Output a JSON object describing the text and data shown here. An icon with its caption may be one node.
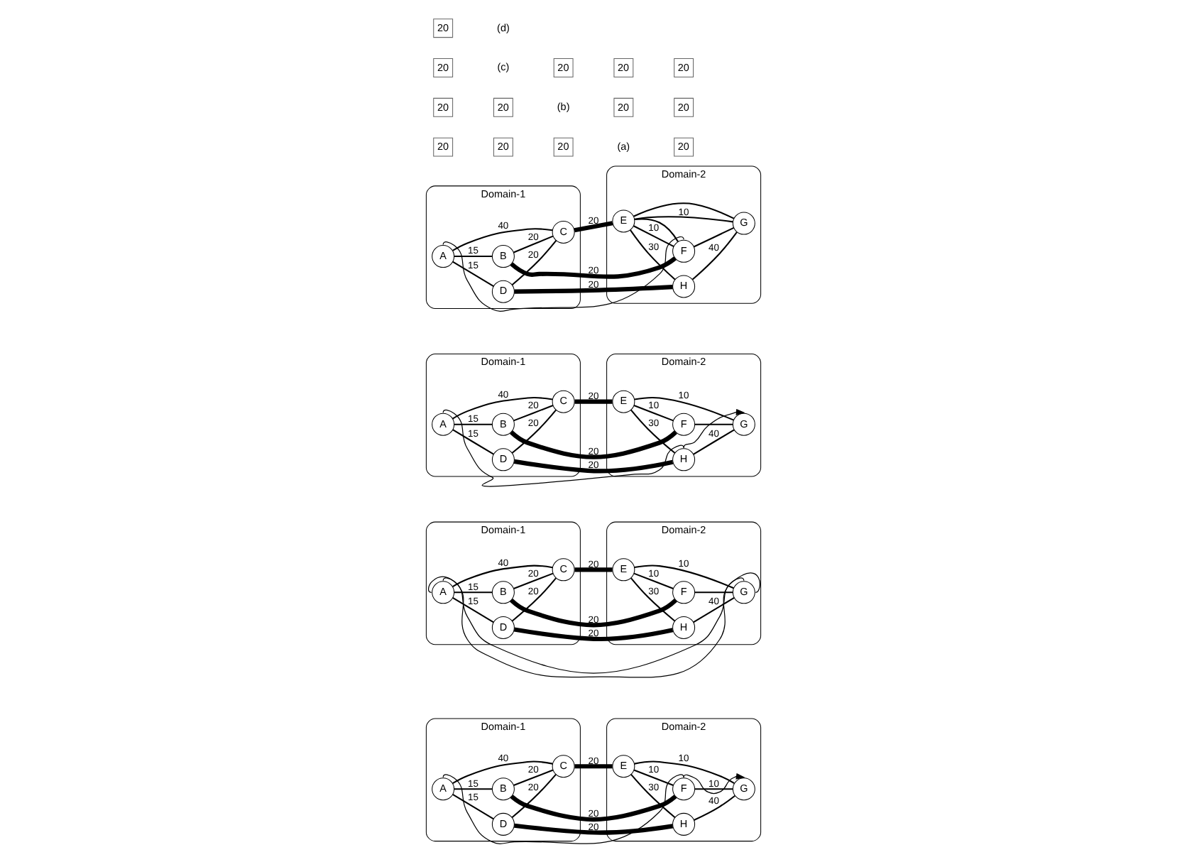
{
  "diagram": {
    "nodes": [
      {
        "text": [
          "Domain-1"
        ]
      },
      {
        "text": [
          "A"
        ],
        "in": 0
      },
      {
        "text": [
          "B"
        ],
        "in": 0
      },
      {
        "text": [
          "C"
        ],
        "in": 0
      },
      {
        "text": [
          "D"
        ],
        "in": 0
      },
      {
        "text": [
          "Domain-2"
        ]
      },
      {
        "text": [
          "E"
        ],
        "in": 5
      },
      {
        "text": [
          "F"
        ],
        "in": 5
      },
      {
        "text": [
          "G"
        ],
        "in": 5
      },
      {
        "text": [
          "H"
        ],
        "in": 5
      },
      {
        "text": [
          "Domain-1"
        ]
      },
      {
        "text": [
          "A"
        ],
        "in": 10
      },
      {
        "text": [
          "B"
        ],
        "in": 10
      },
      {
        "text": [
          "C"
        ],
        "in": 10
      },
      {
        "text": [
          "D"
        ],
        "in": 10
      },
      {
        "text": [
          "Domain-2"
        ]
      },
      {
        "text": [
          "E"
        ],
        "in": 15
      },
      {
        "text": [
          "F"
        ],
        "in": 15
      },
      {
        "text": [
          "G"
        ],
        "in": 15
      },
      {
        "text": [
          "H"
        ],
        "in": 15
      },
      {
        "text": [
          "Domain-1"
        ]
      },
      {
        "text": [
          "A"
        ],
        "in": 20
      },
      {
        "text": [
          "B"
        ],
        "in": 20
      },
      {
        "text": [
          "C"
        ],
        "in": 20
      },
      {
        "text": [
          "D"
        ],
        "in": 20
      },
      {
        "text": [
          "Domain-2"
        ]
      },
      {
        "text": [
          "E"
        ],
        "in": 25
      },
      {
        "text": [
          "F"
        ],
        "in": 25
      },
      {
        "text": [
          "G"
        ],
        "in": 25
      },
      {
        "text": [
          "H"
        ],
        "in": 25
      },
      {
        "text": [
          "Domain-1"
        ]
      },
      {
        "text": [
          "A"
        ],
        "in": 30
      },
      {
        "text": [
          "B"
        ],
        "in": 30
      },
      {
        "text": [
          "C"
        ],
        "in": 30
      },
      {
        "text": [
          "D"
        ],
        "in": 30
      },
      {
        "text": [
          "Domain-2"
        ]
      },
      {
        "text": [
          "E"
        ],
        "in": 35
      },
      {
        "text": [
          "F"
        ],
        "in": 35
      },
      {
        "text": [
          "G"
        ],
        "in": 35
      },
      {
        "text": [
          "H"
        ],
        "in": 35
      }
    ],
    "edges": [
      {
        "from": 1,
        "to": 2,
        "arrow": "none",
        "label": "15"
      },
      {
        "from": 1,
        "to": 3,
        "arrow": "none",
        "label": "40"
      },
      {
        "from": 1,
        "to": 4,
        "arrow": "none",
        "label": "15"
      },
      {
        "from": 2,
        "to": 3,
        "arrow": "none",
        "label": "20"
      },
      {
        "from": 4,
        "to": 3,
        "arrow": "none",
        "label": "20"
      },
      {
        "from": 2,
        "to": 7,
        "arrow": "none",
        "label": "20",
        "style": "thick"
      },
      {
        "from": 3,
        "to": 6,
        "arrow": "none",
        "label": "20",
        "style": "thick"
      },
      {
        "from": 4,
        "to": 9,
        "arrow": "none",
        "label": "20",
        "style": "thick"
      },
      {
        "from": 6,
        "to": 7,
        "arrow": "none",
        "label": "10"
      },
      {
        "from": 6,
        "to": 8,
        "arrow": "none",
        "label": "10"
      },
      {
        "from": 6,
        "to": 9,
        "arrow": "none",
        "label": "30"
      },
      {
        "from": 7,
        "to": 8,
        "arrow": "none",
        "label": "10"
      },
      {
        "from": 9,
        "to": 8,
        "arrow": "none",
        "label": "40"
      },
      {
        "from": 1,
        "to": 7,
        "arrow": "none"
      },
      {
        "from": 7,
        "to": 8,
        "arrow": "to"
      },
      {
        "from": 11,
        "to": 12,
        "arrow": "none",
        "label": "15"
      },
      {
        "from": 11,
        "to": 13,
        "arrow": "none",
        "label": "40"
      },
      {
        "from": 11,
        "to": 14,
        "arrow": "none",
        "label": "15"
      },
      {
        "from": 12,
        "to": 13,
        "arrow": "none",
        "label": "20"
      },
      {
        "from": 14,
        "to": 13,
        "arrow": "none",
        "label": "20"
      },
      {
        "from": 12,
        "to": 17,
        "arrow": "none",
        "label": "20",
        "style": "thick"
      },
      {
        "from": 13,
        "to": 16,
        "arrow": "none",
        "label": "20",
        "style": "thick"
      },
      {
        "from": 14,
        "to": 19,
        "arrow": "none",
        "label": "20",
        "style": "thick"
      },
      {
        "from": 16,
        "to": 17,
        "arrow": "none",
        "label": "10"
      },
      {
        "from": 16,
        "to": 18,
        "arrow": "none",
        "label": "10"
      },
      {
        "from": 16,
        "to": 19,
        "arrow": "none",
        "label": "30"
      },
      {
        "from": 17,
        "to": 18,
        "arrow": "none"
      },
      {
        "from": 19,
        "to": 18,
        "arrow": "none",
        "label": "40"
      },
      {
        "from": 11,
        "to": 18,
        "arrow": "none"
      },
      {
        "from": 11,
        "to": 18,
        "arrow": "none"
      },
      {
        "from": 21,
        "to": 22,
        "arrow": "none",
        "label": "15"
      },
      {
        "from": 21,
        "to": 23,
        "arrow": "none",
        "label": "40"
      },
      {
        "from": 21,
        "to": 24,
        "arrow": "none",
        "label": "15"
      },
      {
        "from": 22,
        "to": 23,
        "arrow": "none",
        "label": "20"
      },
      {
        "from": 24,
        "to": 23,
        "arrow": "none",
        "label": "20"
      },
      {
        "from": 22,
        "to": 27,
        "arrow": "none",
        "label": "20",
        "style": "thick"
      },
      {
        "from": 23,
        "to": 26,
        "arrow": "none",
        "label": "20",
        "style": "thick"
      },
      {
        "from": 24,
        "to": 29,
        "arrow": "none",
        "label": "20",
        "style": "thick"
      },
      {
        "from": 26,
        "to": 27,
        "arrow": "none",
        "label": "10"
      },
      {
        "from": 26,
        "to": 28,
        "arrow": "none",
        "label": "10"
      },
      {
        "from": 26,
        "to": 29,
        "arrow": "none",
        "label": "30"
      },
      {
        "from": 27,
        "to": 28,
        "arrow": "none"
      },
      {
        "from": 29,
        "to": 28,
        "arrow": "none",
        "label": "40"
      },
      {
        "from": 21,
        "to": 29,
        "arrow": "none"
      },
      {
        "from": 29,
        "to": 28,
        "arrow": "to"
      },
      {
        "from": 31,
        "to": 32,
        "arrow": "none",
        "label": "15"
      },
      {
        "from": 31,
        "to": 33,
        "arrow": "none",
        "label": "40"
      },
      {
        "from": 31,
        "to": 34,
        "arrow": "none",
        "label": "15"
      },
      {
        "from": 32,
        "to": 33,
        "arrow": "none",
        "label": "20"
      },
      {
        "from": 34,
        "to": 33,
        "arrow": "none",
        "label": "20"
      },
      {
        "from": 32,
        "to": 37,
        "arrow": "none",
        "label": "20",
        "style": "thick"
      },
      {
        "from": 33,
        "to": 36,
        "arrow": "none",
        "label": "20",
        "style": "thick"
      },
      {
        "from": 34,
        "to": 39,
        "arrow": "none",
        "label": "20",
        "style": "thick"
      },
      {
        "from": 36,
        "to": 37,
        "arrow": "none",
        "label": "10"
      },
      {
        "from": 36,
        "to": 38,
        "arrow": "none",
        "label": "10"
      },
      {
        "from": 36,
        "to": 39,
        "arrow": "none",
        "label": "30"
      },
      {
        "from": 37,
        "to": 38,
        "arrow": "none"
      },
      {
        "from": 39,
        "to": 38,
        "arrow": "none",
        "label": "40"
      },
      {
        "from": 31,
        "to": 37,
        "arrow": "none"
      },
      {
        "from": 37,
        "to": 36,
        "arrow": "none"
      },
      {
        "from": 36,
        "to": 38,
        "arrow": "none"
      }
    ],
    "labels": [
      "20",
      "20",
      "20",
      "(a)",
      "20",
      "20",
      "20",
      "(b)",
      "20",
      "20",
      "20",
      "(c)",
      "20",
      "20",
      "20",
      "20",
      "(d)"
    ]
  }
}
